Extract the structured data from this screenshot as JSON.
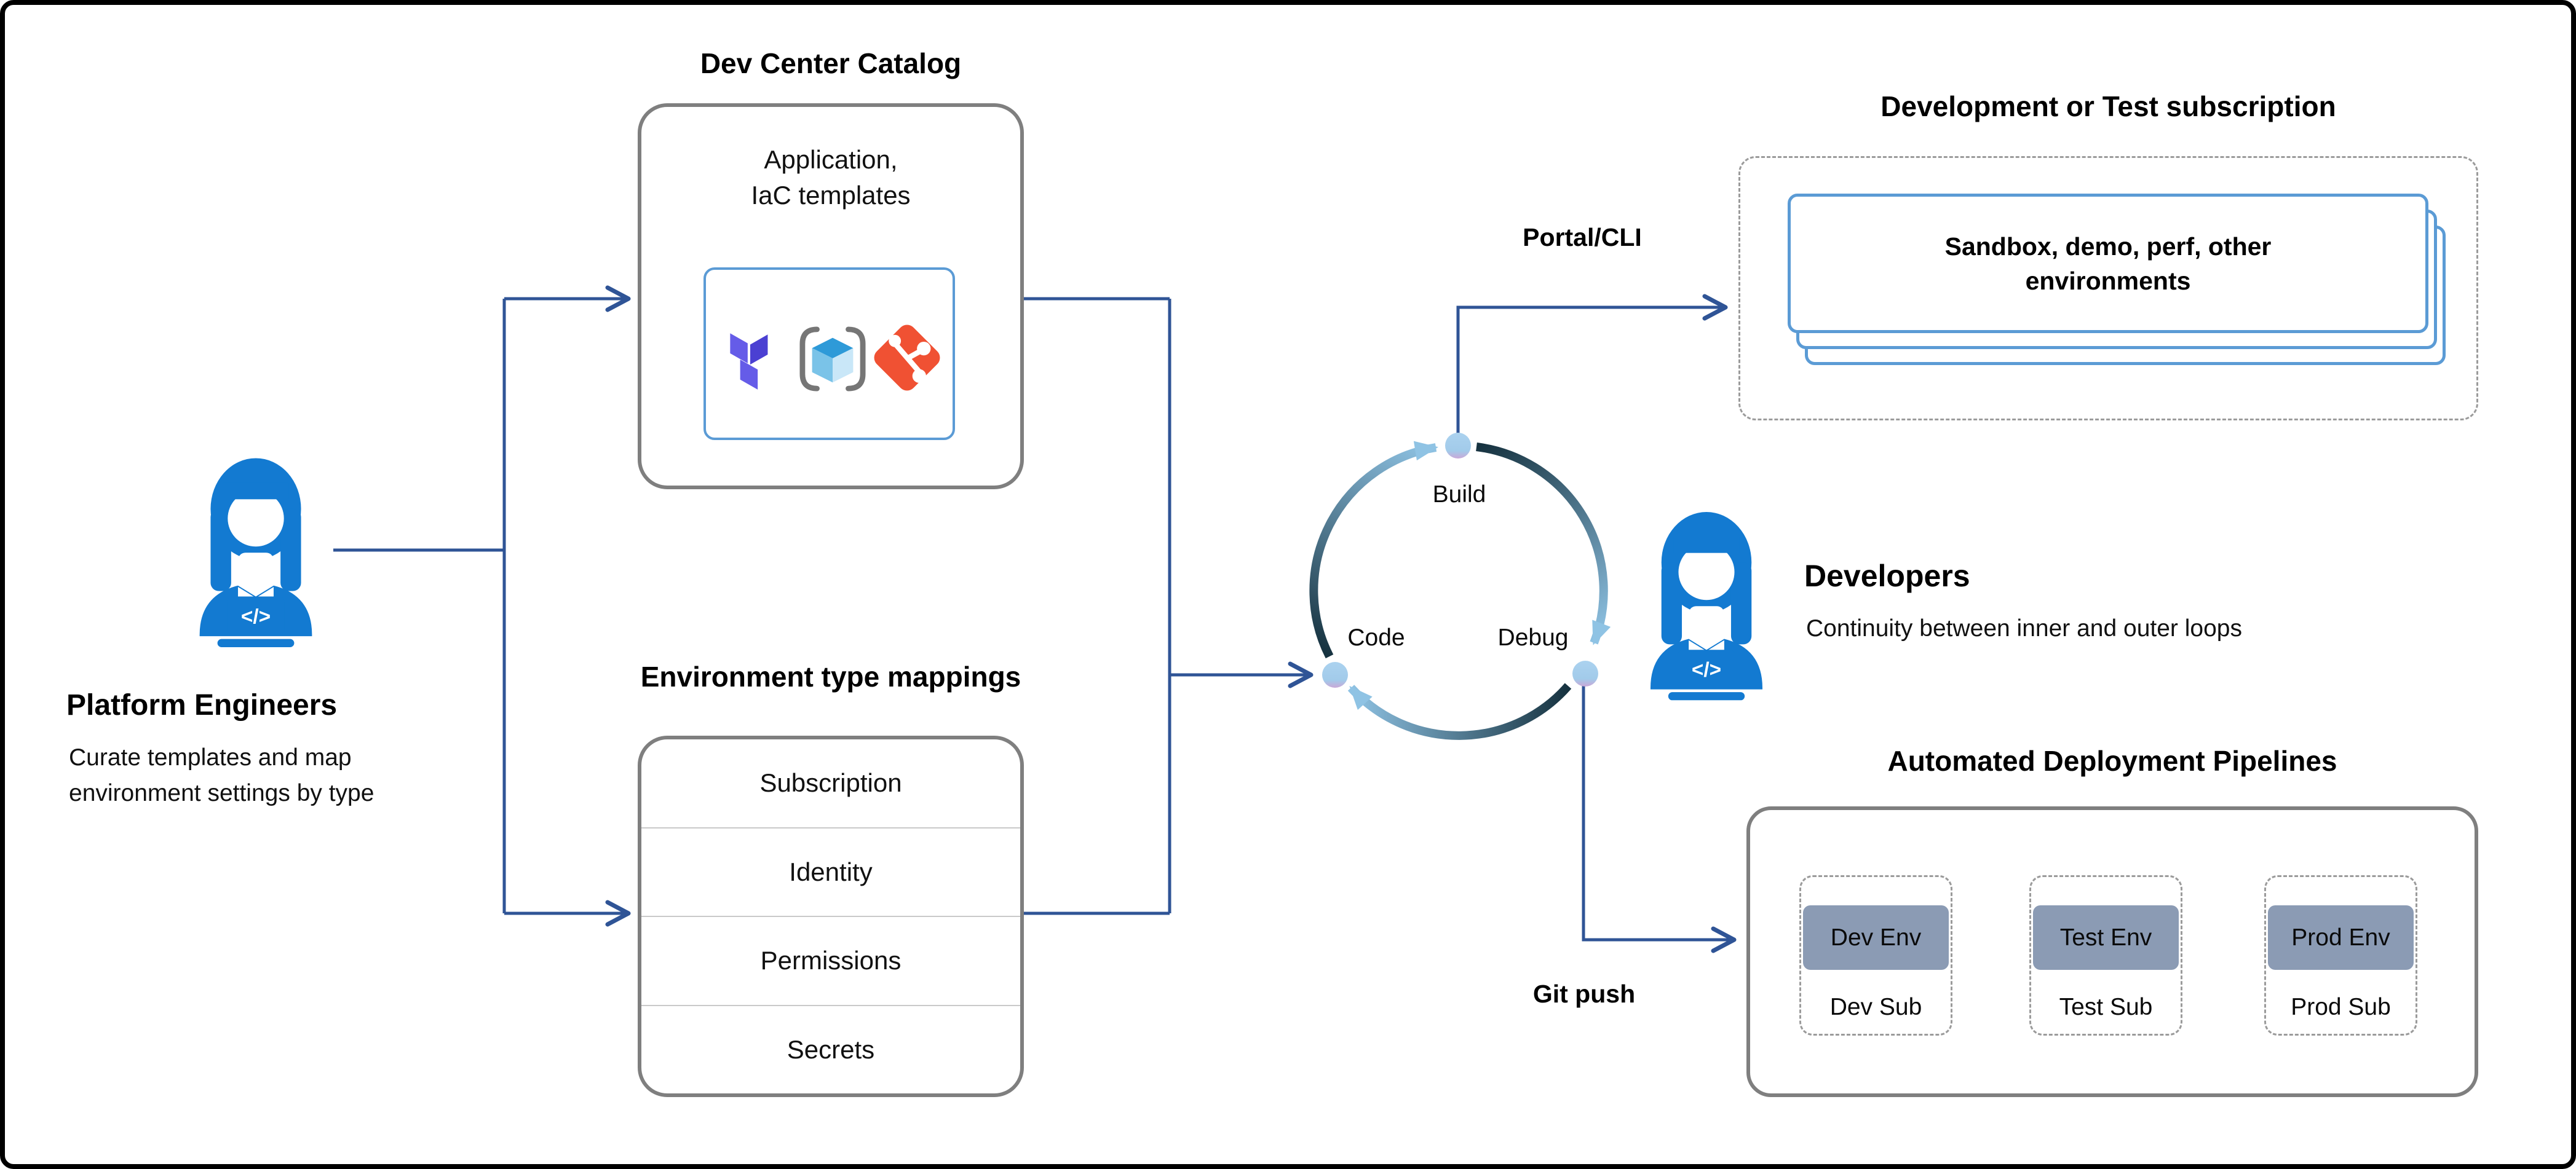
{
  "colors": {
    "frame": "#000000",
    "connector": "#2F5496",
    "box_border_gray": "#7F7F7F",
    "divider_gray": "#C9C9C9",
    "blue_border": "#5B9BD5",
    "dashed_border": "#9B9B9B",
    "persona_blue": "#137AD1",
    "env_chip_fill": "#8B9BB4",
    "loop_dark": "#16323F",
    "loop_light": "#8FC3E4",
    "loop_dot": "#A5CEEC",
    "terraform_light": "#655CE8",
    "terraform_dark": "#4B40D2",
    "arm_cube_top": "#2E9AD8",
    "arm_cube_left": "#7AC3E8",
    "arm_cube_right": "#C9E7F8",
    "arm_bracket": "#767676",
    "git_orange": "#F05133"
  },
  "platform_engineers": {
    "title": "Platform Engineers",
    "subtitle_line1": "Curate templates and map",
    "subtitle_line2": "environment settings by type"
  },
  "dev_center_catalog": {
    "title": "Dev Center Catalog",
    "content_line1": "Application,",
    "content_line2": "IaC templates"
  },
  "environment_type_mappings": {
    "title": "Environment type mappings",
    "rows": [
      "Subscription",
      "Identity",
      "Permissions",
      "Secrets"
    ]
  },
  "inner_loop": {
    "build_label": "Build",
    "code_label": "Code",
    "debug_label": "Debug"
  },
  "developers": {
    "title": "Developers",
    "subtitle": "Continuity between inner and outer loops"
  },
  "arrows": {
    "portal_cli_label": "Portal/CLI",
    "git_push_label": "Git push"
  },
  "dev_test_subscription": {
    "title": "Development or Test subscription",
    "card_line1": "Sandbox, demo, perf, other",
    "card_line2": "environments"
  },
  "pipelines": {
    "title": "Automated Deployment Pipelines",
    "stages": [
      {
        "env": "Dev Env",
        "sub": "Dev Sub"
      },
      {
        "env": "Test Env",
        "sub": "Test Sub"
      },
      {
        "env": "Prod Env",
        "sub": "Prod Sub"
      }
    ]
  },
  "icons": {
    "code_glyph": "</>",
    "catalog_icons": [
      "terraform-icon",
      "arm-template-icon",
      "git-icon"
    ],
    "persona": "developer-persona-icon"
  }
}
